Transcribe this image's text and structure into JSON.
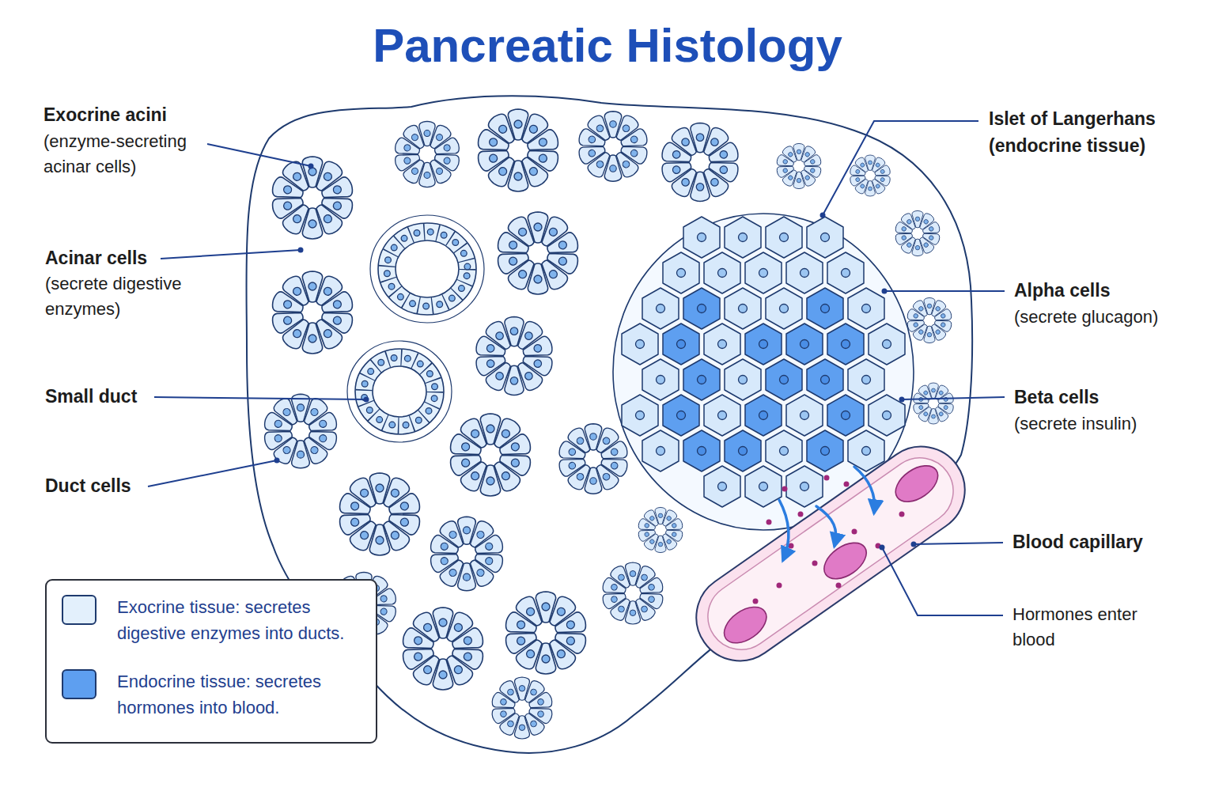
{
  "diagram": {
    "title": "Pancreatic Histology",
    "labels": [
      "Exocrine acini",
      "(enzyme-secreting acinar cells)",
      "Acinar cells",
      "(secrete digestive enzymes)",
      "Small duct",
      "Duct cells",
      "Islet of Langerhans",
      "(endocrine tissue)",
      "Alpha cells",
      "(secrete glucagon)",
      "Beta cells",
      "(secrete insulin)",
      "Blood capillary",
      "Hormones enter blood"
    ],
    "legend": [
      {
        "text": "Exocrine tissue: secretes digestive enzymes into ducts.",
        "color": "#e3f0fc"
      },
      {
        "text": "Endocrine tissue: secretes hormones into blood.",
        "color": "#5e9ff0"
      }
    ]
  }
}
